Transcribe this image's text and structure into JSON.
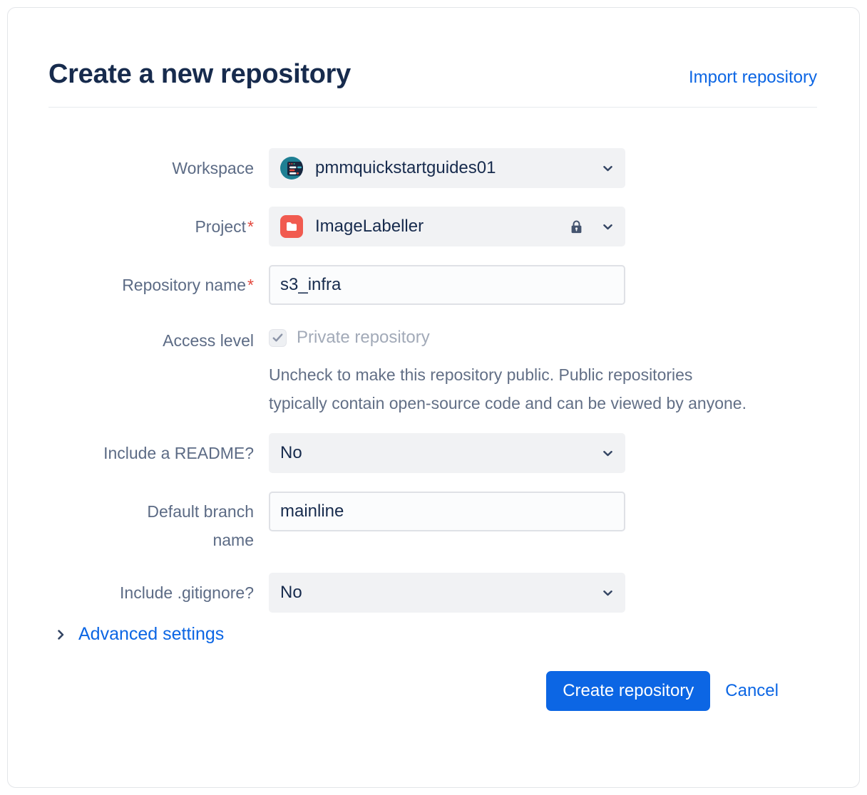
{
  "header": {
    "title": "Create a new repository",
    "import_link": "Import repository"
  },
  "form": {
    "workspace": {
      "label": "Workspace",
      "value": "pmmquickstartguides01",
      "avatar_icon": "workspace-avatar-icon",
      "chevron_icon": "chevron-down-icon"
    },
    "project": {
      "label": "Project",
      "required": "*",
      "value": "ImageLabeller",
      "project_icon": "folder-icon",
      "lock_icon": "lock-icon",
      "chevron_icon": "chevron-down-icon"
    },
    "repository_name": {
      "label": "Repository name",
      "required": "*",
      "value": "s3_infra"
    },
    "access_level": {
      "label": "Access level",
      "checkbox_checked": true,
      "checkbox_disabled": true,
      "checkbox_label": "Private repository",
      "help_text": "Uncheck to make this repository public. Public repositories typically contain open-source code and can be viewed by anyone."
    },
    "include_readme": {
      "label": "Include a README?",
      "value": "No",
      "chevron_icon": "chevron-down-icon"
    },
    "default_branch": {
      "label": "Default branch name",
      "value": "mainline"
    },
    "include_gitignore": {
      "label": "Include .gitignore?",
      "value": "No",
      "chevron_icon": "chevron-down-icon"
    },
    "advanced_settings": {
      "label": "Advanced settings",
      "chevron_icon": "chevron-right-icon"
    }
  },
  "footer": {
    "create_label": "Create repository",
    "cancel_label": "Cancel"
  },
  "colors": {
    "title_text": "#172B4D",
    "label_text": "#5C6B85",
    "help_text": "#626F86",
    "disabled_text": "#A2AAB8",
    "accent_blue": "#0C66E4",
    "required_red": "#E2483D",
    "field_background": "#F1F2F4",
    "input_border": "#DFE1E6",
    "workspace_avatar_teal": "#1E7F93",
    "project_icon_red": "#F15B50",
    "icon_slate": "#44546F"
  }
}
